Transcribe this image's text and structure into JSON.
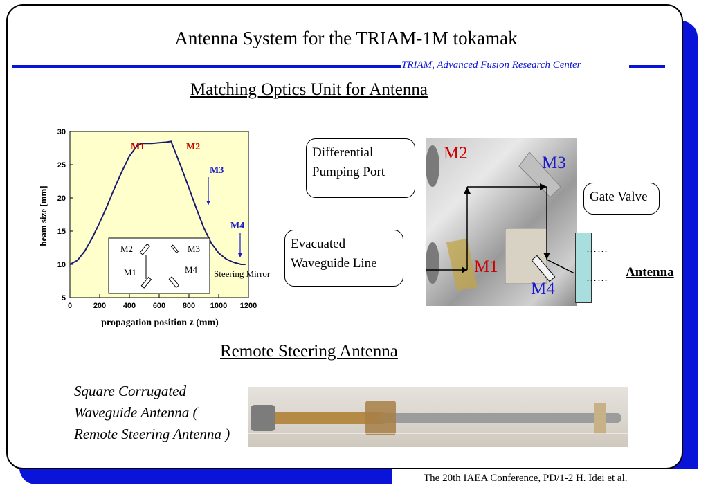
{
  "header": {
    "title": "Antenna System for the TRIAM-1M tokamak",
    "organization": "TRIAM, Advanced Fusion Research Center"
  },
  "sections": {
    "matching_optics_title": "Matching Optics Unit for Antenna",
    "remote_steering_title": "Remote Steering Antenna"
  },
  "chart_data": {
    "type": "line",
    "xlabel": "propagation position z (mm)",
    "ylabel": "beam size [mm]",
    "xlim": [
      0,
      1200
    ],
    "ylim": [
      5,
      30
    ],
    "xticks": [
      "0",
      "200",
      "400",
      "600",
      "800",
      "1000",
      "1200"
    ],
    "yticks": [
      "5",
      "10",
      "15",
      "20",
      "25",
      "30"
    ],
    "grid": false,
    "background": "#ffffcc",
    "series": [
      {
        "x": [
          0,
          50,
          100,
          150,
          200,
          250,
          300,
          350,
          400,
          450,
          480,
          550,
          600,
          650,
          680,
          750,
          800,
          850,
          900,
          950,
          1000,
          1050,
          1100,
          1150,
          1180
        ],
        "y": [
          10,
          10.6,
          12,
          14,
          16.3,
          18.8,
          21.5,
          24,
          26.3,
          27.8,
          28.2,
          28.2,
          28.3,
          28.4,
          28.5,
          24.5,
          21.5,
          18.4,
          15.5,
          13.2,
          11.7,
          10.8,
          10.3,
          10,
          10
        ]
      }
    ],
    "annotations": [
      {
        "label": "M1",
        "color": "#cc0000"
      },
      {
        "label": "M2",
        "color": "#cc0000"
      },
      {
        "label": "M3",
        "color": "#1a1acc"
      },
      {
        "label": "M4",
        "color": "#1a1acc"
      }
    ],
    "inset": {
      "labels": [
        "M2",
        "M3",
        "M1",
        "M4"
      ],
      "caption": "Steering Mirror"
    }
  },
  "diagram": {
    "callout_pumping": "Differential Pumping Port",
    "callout_waveguide": "Evacuated Waveguide Line",
    "callout_valve": "Gate Valve",
    "photo_labels": {
      "m1": "M1",
      "m2": "M2",
      "m3": "M3",
      "m4": "M4"
    },
    "dots": "……",
    "antenna_label": "Antenna"
  },
  "remote": {
    "description": "Square Corrugated Waveguide Antenna ( Remote Steering Antenna )"
  },
  "footer": {
    "citation": "The 20th IAEA Conference, PD/1-2 H. Idei et al."
  },
  "colors": {
    "accent_blue": "#0a14d8",
    "label_red": "#cc0000",
    "label_blue": "#1a1acc"
  }
}
